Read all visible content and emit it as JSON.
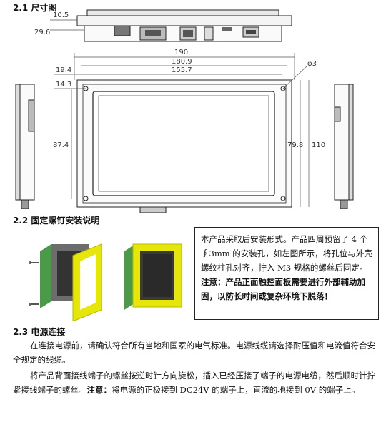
{
  "sections": {
    "dimensions": {
      "title": "2.1 尺寸图"
    },
    "mounting": {
      "title": "2.2 固定螺钉安装说明"
    },
    "power": {
      "title": "2.3 电源连接"
    }
  },
  "dimension_labels": {
    "top_10_5": "10.5",
    "top_29_6": "29.6",
    "width_190": "190",
    "width_180_9": "180.9",
    "width_155_7": "155.7",
    "left_19_4": "19.4",
    "left_14_3": "14.3",
    "height_87_4": "87.4",
    "height_79_8": "79.8",
    "height_110": "110",
    "hole_phi3": "φ3"
  },
  "mounting_note": {
    "text1": "本产品采取后安装形式。产品四周预留了 4 个∮3mm 的安装孔，如左图所示，将孔位与外壳螺纹柱孔对齐，拧入 M3 规格的螺丝后固定。",
    "emphasis": "注意：产品正面触控面板需要进行外部辅助加固，以防长时间或复杂环境下脱落！"
  },
  "power_text": {
    "p1": "在连接电源前，请确认符合所有当地和国家的电气标准。电源线缆请选择耐压值和电流值符合安全规定的线缆。",
    "p2a": "将产品背面接线端子的螺丝按逆时针方向旋松，插入已经压接了端子的电源电缆，然后顺时针拧紧接线端子的螺丝。",
    "p2b": "注意：",
    "p2c": "将电源的正极接到 DC24V 的端子上，直流的地接到 0V 的端子上。"
  }
}
